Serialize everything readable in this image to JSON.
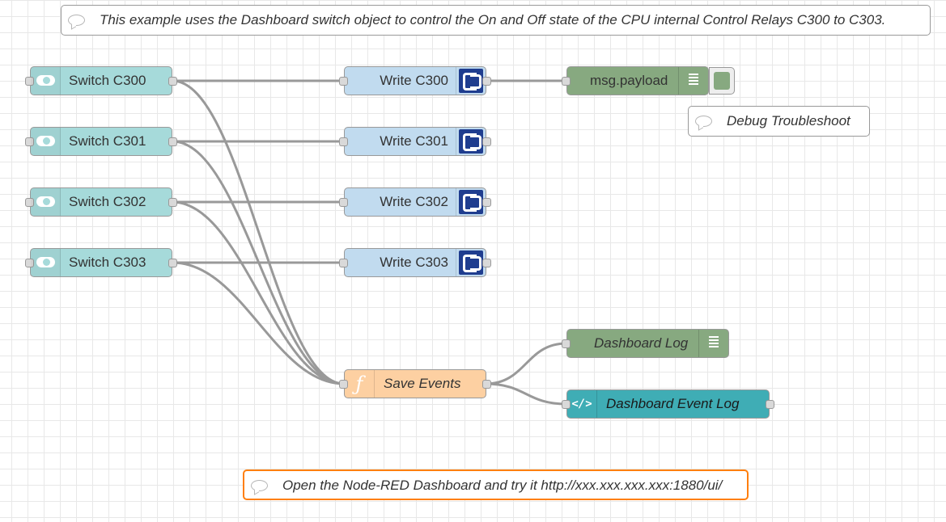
{
  "workspace": {
    "background": "#ffffff",
    "grid_color": "#e8e8e8",
    "wire_color": "#999999",
    "selected_color": "#ff7f0e"
  },
  "comments": {
    "intro": {
      "icon": "comment-icon",
      "text": "This example uses the Dashboard switch object to control the On and Off state of the CPU internal Control Relays C300 to C303."
    },
    "debug_note": {
      "icon": "comment-icon",
      "text": "Debug Troubleshoot"
    },
    "dashboard_note": {
      "icon": "comment-icon",
      "text": "Open the Node-RED Dashboard and try it http://xxx.xxx.xxx.xxx:1880/ui/"
    }
  },
  "switch_nodes": [
    {
      "label": "Switch C300",
      "icon": "toggle-switch-icon",
      "color": "#a6dada"
    },
    {
      "label": "Switch C301",
      "icon": "toggle-switch-icon",
      "color": "#a6dada"
    },
    {
      "label": "Switch C302",
      "icon": "toggle-switch-icon",
      "color": "#a6dada"
    },
    {
      "label": "Switch C303",
      "icon": "toggle-switch-icon",
      "color": "#a6dada"
    }
  ],
  "write_nodes": [
    {
      "label": "Write C300",
      "icon": "plc-write-icon",
      "color": "#c1dbef"
    },
    {
      "label": "Write C301",
      "icon": "plc-write-icon",
      "color": "#c1dbef"
    },
    {
      "label": "Write C302",
      "icon": "plc-write-icon",
      "color": "#c1dbef"
    },
    {
      "label": "Write C303",
      "icon": "plc-write-icon",
      "color": "#c1dbef"
    }
  ],
  "debug_nodes": {
    "payload": {
      "label": "msg.payload",
      "icon": "debug-list-icon",
      "color": "#87a980",
      "toggle_icon": "debug-toggle-icon"
    },
    "dashboard_log": {
      "label": "Dashboard Log",
      "icon": "debug-list-icon",
      "color": "#87a980"
    }
  },
  "function_node": {
    "label": "Save Events",
    "icon": "function-icon",
    "glyph": "ƒ",
    "color": "#fdd0a2"
  },
  "template_node": {
    "label": "Dashboard Event Log",
    "icon": "code-icon",
    "glyph": "</>",
    "color": "#3fadb5"
  }
}
